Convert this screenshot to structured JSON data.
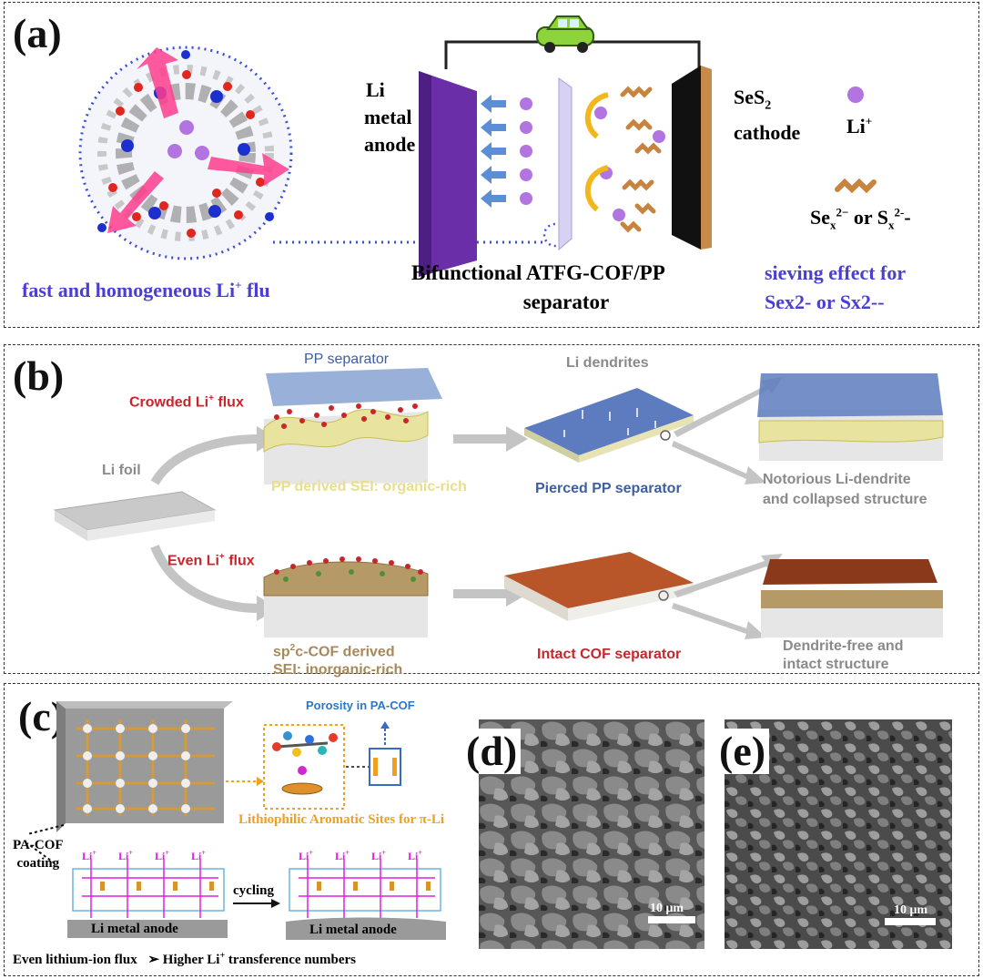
{
  "panels": {
    "a": {
      "label": "(a)",
      "anode_label_1": "Li",
      "anode_label_2": "metal",
      "anode_label_3": "anode",
      "cathode_label_1": "SeS",
      "cathode_label_sub": "2",
      "cathode_label_2": "cathode",
      "legend_li": "Li",
      "legend_li_sup": "+",
      "legend_poly": "Se",
      "legend_poly_sub": "x",
      "legend_poly_sup": "2−",
      "legend_poly_or": " or S",
      "legend_poly_sub2": "x",
      "legend_poly_sup2": "2-",
      "legend_poly_tail": "-",
      "separator_line1": "Bifunctional  ATFG-COF/PP",
      "separator_line2": "separator",
      "flux_caption": "fast and homogeneous Li",
      "flux_sup": "+",
      "flux_tail": " flu",
      "sieving_1": "sieving effect for",
      "sieving_2": "Sex2- or Sx2--"
    },
    "b": {
      "label": "(b)",
      "pp_separator": "PP separator",
      "crowded_flux": "Crowded Li",
      "crowded_sup": "+",
      "crowded_tail": " flux",
      "li_foil": "Li foil",
      "pp_sei": "PP derived SEI: organic-rich",
      "li_dendrites": "Li dendrites",
      "pierced_pp": "Pierced PP separator",
      "notorious_1": "Notorious Li-dendrite",
      "notorious_2": "and collapsed structure",
      "even_flux": "Even Li",
      "even_sup": "+",
      "even_tail": " flux",
      "cof_sei_1a": "sp",
      "cof_sei_sup": "2",
      "cof_sei_1b": "c-COF derived",
      "cof_sei_2": "SEI: inorganic-rich",
      "intact_cof": "Intact COF separator",
      "dendrite_free_1": "Dendrite-free and",
      "dendrite_free_2": "intact structure"
    },
    "c": {
      "label": "(c)",
      "porosity": "Porosity in PA-COF",
      "lithiophilic": "Lithiophilic Aromatic Sites for π-Li",
      "coating_1": "PA-COF",
      "coating_2": "coating",
      "li_ion": "Li",
      "li_ion_sup": "+",
      "cycling": "cycling",
      "anode_left": "Li metal anode",
      "anode_right": "Li metal anode",
      "bottom_left": "Even lithium-ion flux",
      "bottom_right_arrow": "➢",
      "bottom_right": "Higher Li",
      "bottom_right_sup": "+",
      "bottom_right_tail": " transference numbers"
    },
    "d": {
      "label": "(d)",
      "scale": "10 μm"
    },
    "e": {
      "label": "(e)",
      "scale": "10 μm"
    }
  },
  "colors": {
    "anode": "#6a2fa8",
    "separator": "#cfc8ee",
    "cathode": "#111111",
    "li_ion": "#b274e0",
    "blue_text": "#4a3fd0",
    "red_text": "#c8262b",
    "yellow_text": "#e8df8a",
    "steel_text": "#3e5f9e",
    "grey_text": "#8a8a8a",
    "orange": "#f0a020",
    "cof": "#b8562a"
  }
}
